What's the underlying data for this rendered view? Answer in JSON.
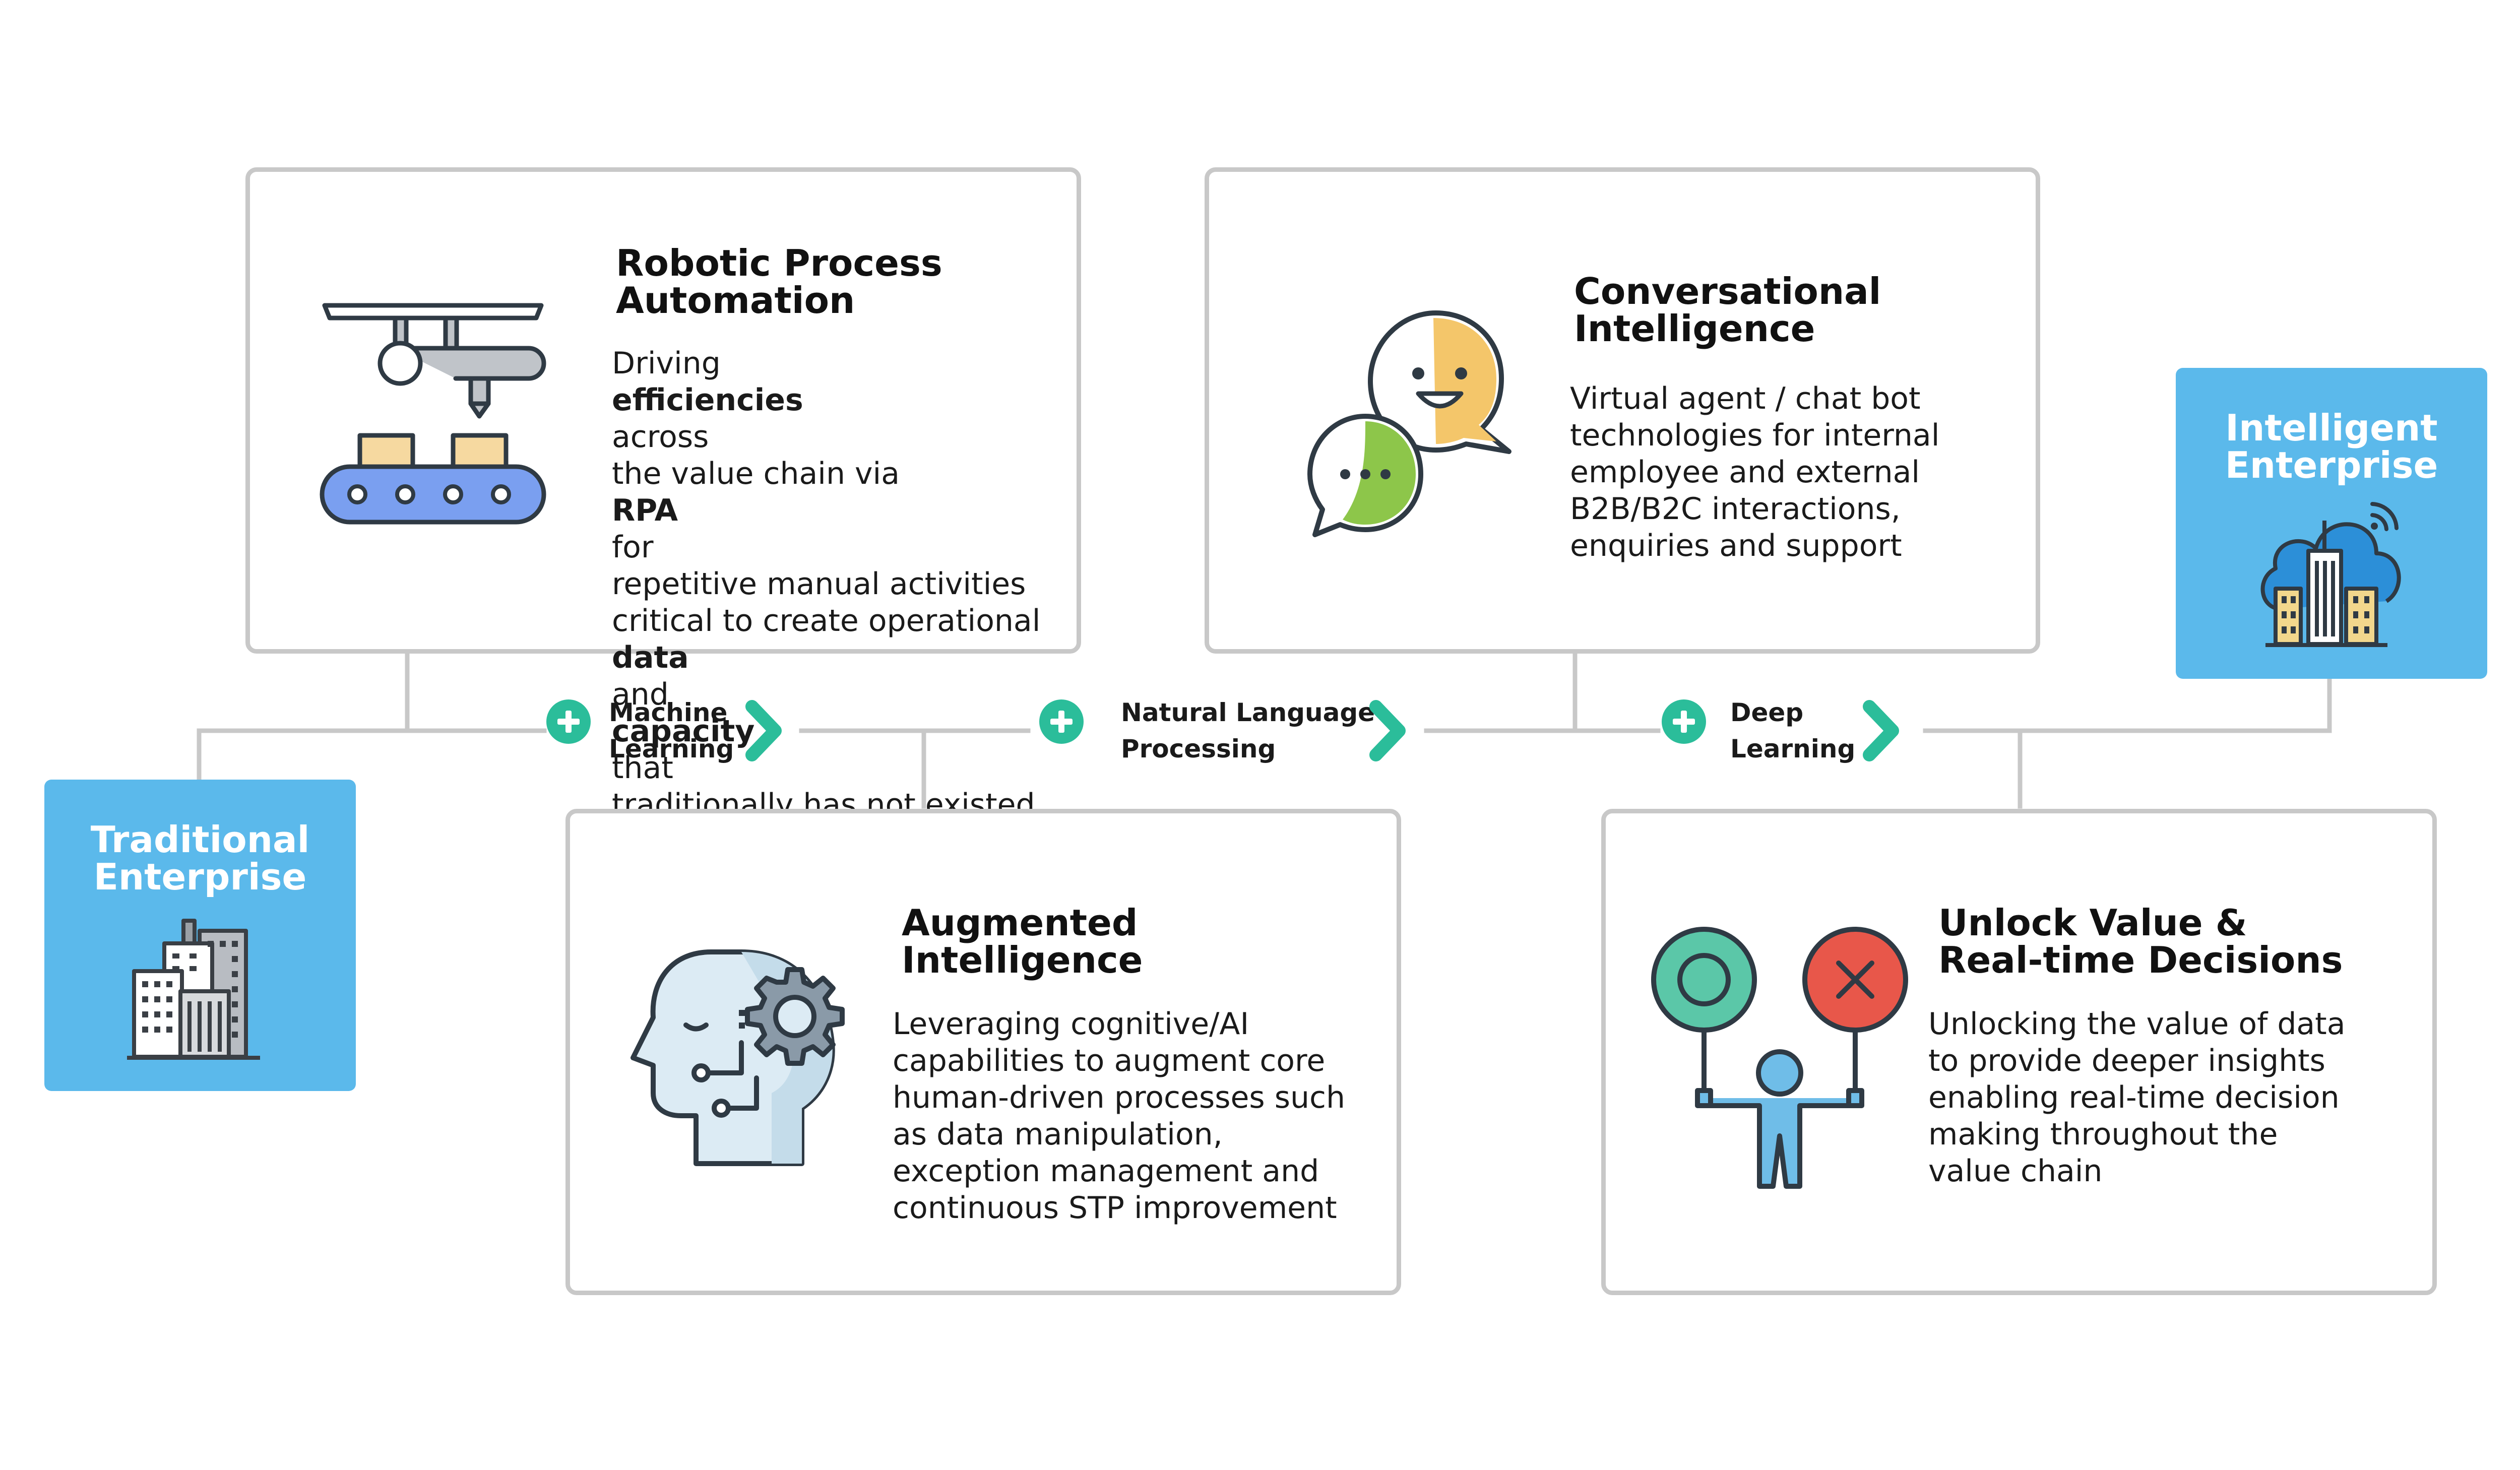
{
  "colors": {
    "connector": "#c8c8c8",
    "card_border": "#c8c8c8",
    "side_box": "#5bb9eb",
    "teal_accent": "#2bbd9a"
  },
  "traditional": {
    "lines": [
      "Traditional",
      "Enterprise"
    ],
    "icon": "city-buildings-icon"
  },
  "intelligent": {
    "lines": [
      "Intelligent",
      "Enterprise"
    ],
    "icon": "cloud-city-wifi-icon"
  },
  "rpa": {
    "icon": "robotic-arm-conveyor-icon",
    "title_lines": [
      "Robotic Process",
      "Automation"
    ],
    "body_lines": [
      [
        {
          "t": "Driving "
        },
        {
          "t": "efficiencies",
          "b": true
        },
        {
          "t": " across"
        }
      ],
      [
        {
          "t": "the value chain via "
        },
        {
          "t": "RPA",
          "b": true
        },
        {
          "t": " for"
        }
      ],
      [
        {
          "t": "repetitive manual activities"
        }
      ],
      [
        {
          "t": "critical to create operational"
        }
      ],
      [
        {
          "t": "data",
          "b": true
        },
        {
          "t": " and "
        },
        {
          "t": "capacity",
          "b": true
        },
        {
          "t": " that"
        }
      ],
      [
        {
          "t": "traditionally has not existed"
        }
      ]
    ]
  },
  "conversational": {
    "icon": "chat-bubbles-icon",
    "title_lines": [
      "Conversational",
      "Intelligence"
    ],
    "body_lines": [
      [
        {
          "t": "Virtual agent / chat bot"
        }
      ],
      [
        {
          "t": "technologies for internal"
        }
      ],
      [
        {
          "t": "employee and external"
        }
      ],
      [
        {
          "t": "B2B/B2C interactions,"
        }
      ],
      [
        {
          "t": "enquiries and support"
        }
      ]
    ]
  },
  "augmented": {
    "icon": "head-gear-brain-icon",
    "title_lines": [
      "Augmented",
      "Intelligence"
    ],
    "body_lines": [
      [
        {
          "t": "Leveraging cognitive/AI"
        }
      ],
      [
        {
          "t": "capabilities to augment core"
        }
      ],
      [
        {
          "t": "human-driven processes such"
        }
      ],
      [
        {
          "t": "as data manipulation,"
        }
      ],
      [
        {
          "t": "exception management and"
        }
      ],
      [
        {
          "t": "continuous STP improvement"
        }
      ]
    ]
  },
  "unlock": {
    "icon": "person-holding-signs-icon",
    "title_lines": [
      "Unlock Value &",
      "Real-time Decisions"
    ],
    "body_lines": [
      [
        {
          "t": "Unlocking the value of data"
        }
      ],
      [
        {
          "t": "to provide deeper insights"
        }
      ],
      [
        {
          "t": "enabling real-time decision"
        }
      ],
      [
        {
          "t": "making throughout the"
        }
      ],
      [
        {
          "t": "value chain"
        }
      ]
    ]
  },
  "techs": [
    {
      "lines": [
        "Machine",
        "Learning"
      ]
    },
    {
      "lines": [
        "Natural Language",
        "Processing"
      ]
    },
    {
      "lines": [
        "Deep",
        "Learning"
      ]
    }
  ]
}
